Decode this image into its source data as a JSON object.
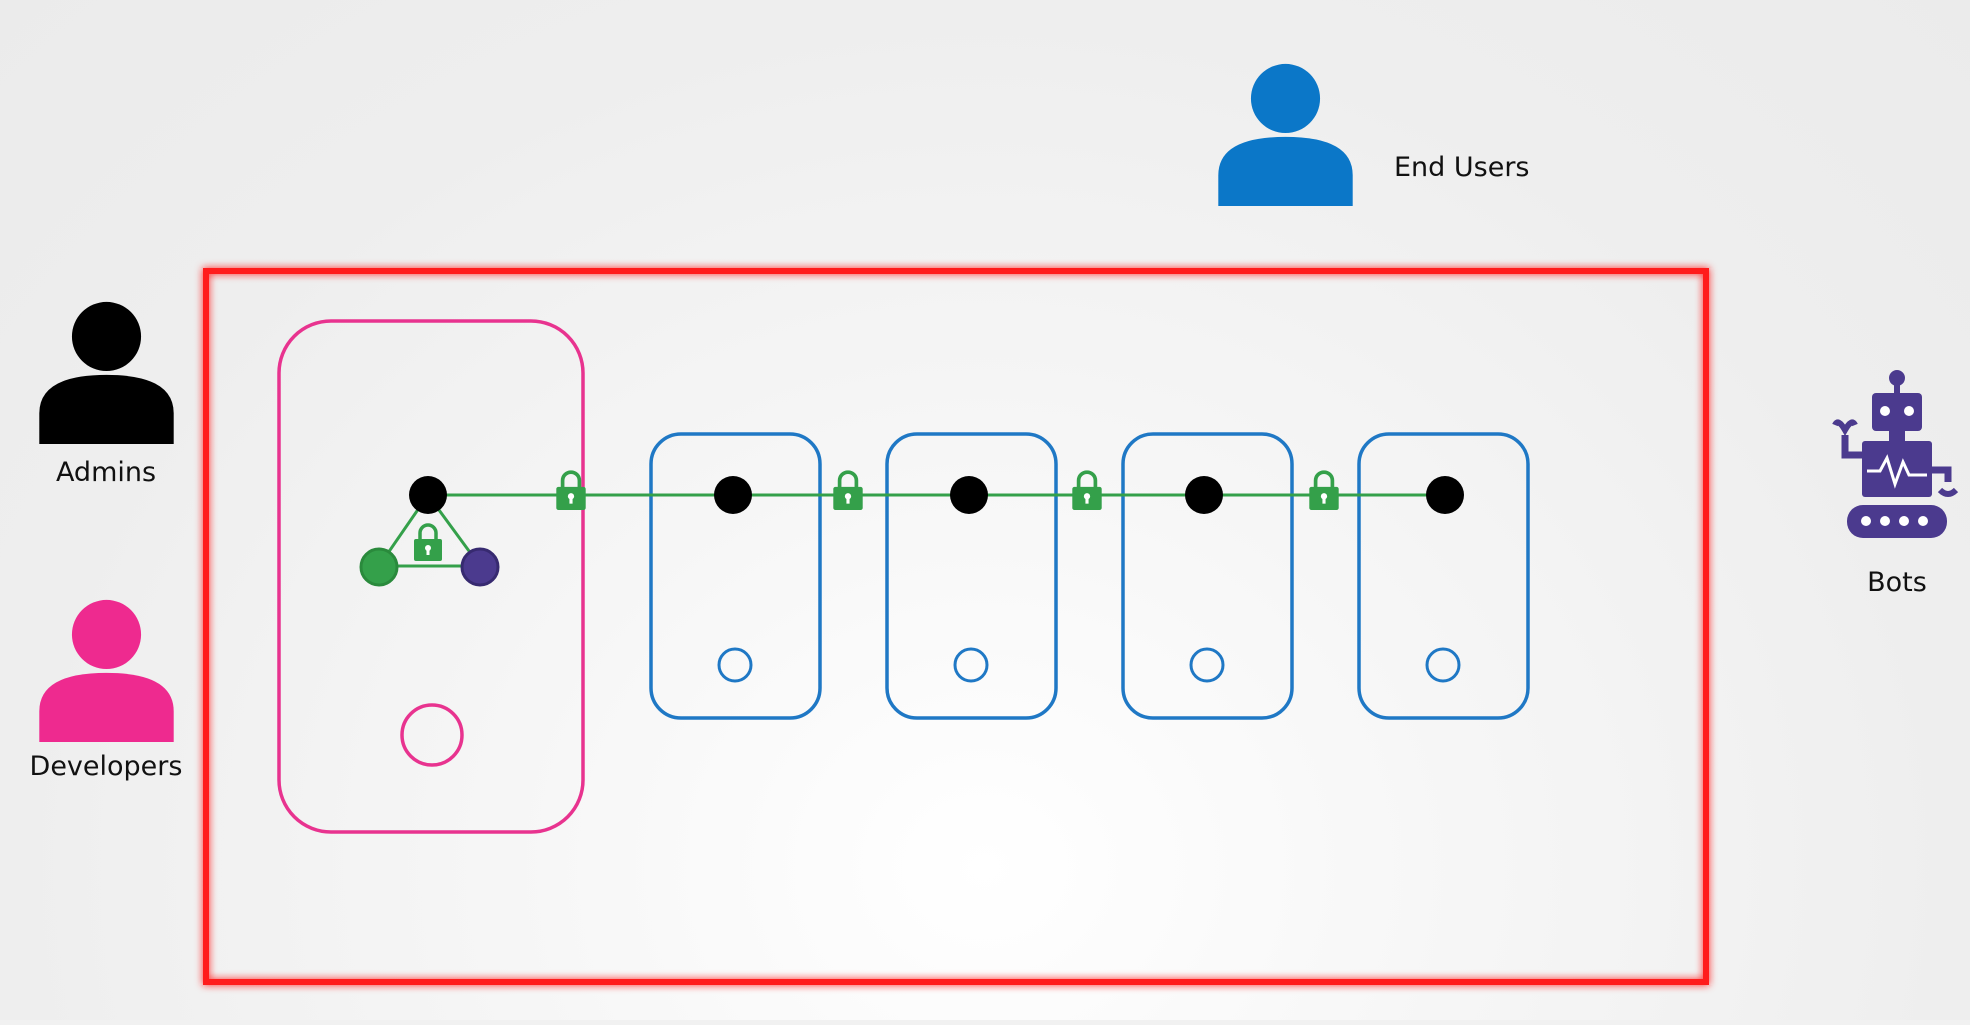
{
  "actors": {
    "end_users": {
      "label": "End Users",
      "color": "#0b77c8"
    },
    "admins": {
      "label": "Admins",
      "color": "#000000"
    },
    "developers": {
      "label": "Developers",
      "color": "#ee2a8f"
    },
    "bots": {
      "label": "Bots",
      "color": "#4b3a8e"
    }
  },
  "colors": {
    "cluster_border": "#ff1a1a",
    "master_node_border": "#e8338f",
    "worker_node_border": "#1f78c5",
    "secure_link": "#34a04a",
    "endpoint": "#000000",
    "component_green": "#34a04a",
    "component_purple": "#4b3a8e"
  },
  "icons": {
    "person": "person-icon",
    "robot": "robot-icon",
    "lock": "lock-icon"
  },
  "nodes": {
    "master_count": 1,
    "worker_count": 4
  }
}
